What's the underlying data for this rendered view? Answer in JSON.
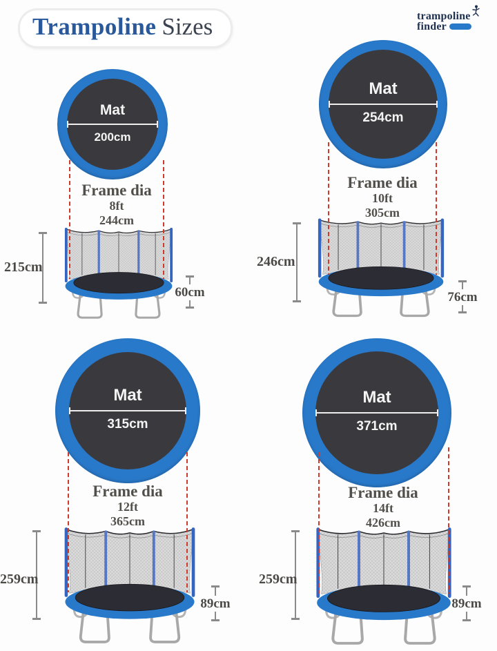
{
  "header": {
    "title": {
      "primary": "Trampoline",
      "secondary": "Sizes"
    },
    "logo": {
      "line1": "trampoline",
      "line2": "finder"
    }
  },
  "colors": {
    "pad_blue": "#2979ca",
    "mat_dark": "#3a3a3e",
    "dash_red": "#cf3a2c",
    "measure_grey": "#8a8a8a",
    "label_grey": "#4b4945",
    "title_blue": "#29599b",
    "title_dark": "#3c4350",
    "logo_navy": "#1e3050",
    "net_grey": "#d2d2d2"
  },
  "trampolines": [
    {
      "name": "8ft",
      "mat_label": "Mat",
      "mat_diameter": "200cm",
      "frame_label": "Frame dia",
      "frame_feet": "8ft",
      "frame_cm": "244cm",
      "total_height": "215cm",
      "frame_height": "60cm"
    },
    {
      "name": "10ft",
      "mat_label": "Mat",
      "mat_diameter": "254cm",
      "frame_label": "Frame dia",
      "frame_feet": "10ft",
      "frame_cm": "305cm",
      "total_height": "246cm",
      "frame_height": "76cm"
    },
    {
      "name": "12ft",
      "mat_label": "Mat",
      "mat_diameter": "315cm",
      "frame_label": "Frame dia",
      "frame_feet": "12ft",
      "frame_cm": "365cm",
      "total_height": "259cm",
      "frame_height": "89cm"
    },
    {
      "name": "14ft",
      "mat_label": "Mat",
      "mat_diameter": "371cm",
      "frame_label": "Frame dia",
      "frame_feet": "14ft",
      "frame_cm": "426cm",
      "total_height": "259cm",
      "frame_height": "89cm"
    }
  ]
}
